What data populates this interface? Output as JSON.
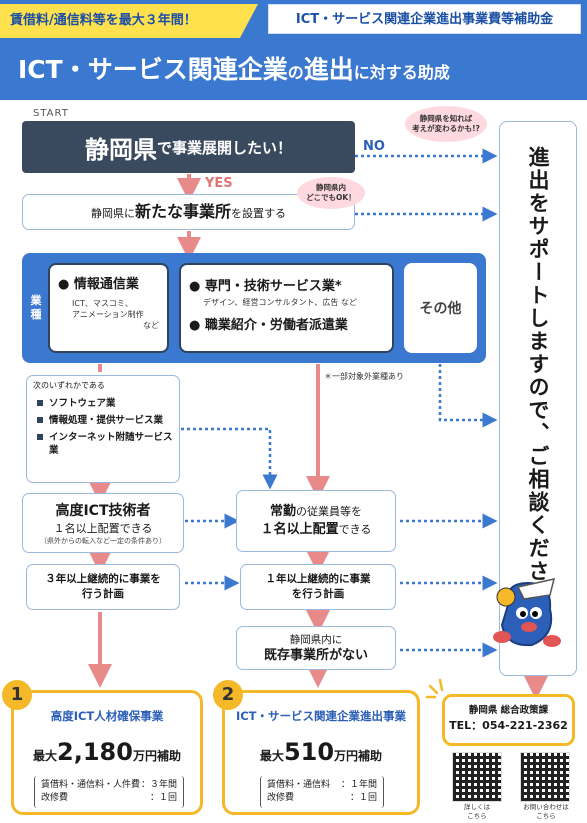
{
  "header": {
    "ribbon": "賃借料/通信料等を最大３年間！",
    "tagline": "ICT・サービス関連企業進出事業費等補助金",
    "title_a": "ICT・サービス関連企業",
    "title_b": "の",
    "title_c": "進出",
    "title_d": "に対する助成"
  },
  "flow": {
    "start": "START",
    "q_big": "静岡県",
    "q_small": "で事業展開したい！",
    "no": "NO",
    "yes": "YES",
    "bubble1_line1": "静岡県を知れば",
    "bubble1_line2": "考えが変わるかも!?",
    "bubble2_line1": "静岡県内",
    "bubble2_line2": "どこでもOK！",
    "step2_a": "静岡県に",
    "step2_b": "新たな事業所",
    "step2_c": "を設置する"
  },
  "industry": {
    "label": "業種",
    "box1_title": "情報通信業",
    "box1_sub1": "ICT、マスコミ、",
    "box1_sub2": "アニメーション制作",
    "box1_sub3": "など",
    "box2_title1": "専門・技術サービス業",
    "box2_star": "*",
    "box2_sub": "デザイン、経営コンサルタント、広告 など",
    "box2_title2": "職業紹介・労働者派遣業",
    "box3": "その他",
    "note": "＊一部対象外業種あり"
  },
  "left_path": {
    "intro": "次のいずれかである",
    "items": [
      "ソフトウェア業",
      "情報処理・提供サービス業",
      "インターネット附随サービス業"
    ],
    "req1_title": "高度ICT技術者",
    "req1_line": "１名以上配置できる",
    "req1_note": "（県外からの転入など一定の条件あり）",
    "plan": "３年以上継続的に事業を行う計画"
  },
  "right_path": {
    "req_a": "常勤",
    "req_b": "の従業員等を",
    "req_c": "１名以上配置",
    "req_d": "できる",
    "plan": "１年以上継続的に事業を行う計画",
    "exist_a": "静岡県内に",
    "exist_b": "既存事業所がない"
  },
  "sidebar": {
    "text": "進出をサポートしますので、ご相談ください！"
  },
  "outcome1": {
    "num": "1",
    "title": "高度ICT人材確保事業",
    "max": "最大",
    "amount": "2,180",
    "unit": "万円補助",
    "rows": [
      {
        "label": "賃借料・通信料・人件費",
        "value": "：３年間"
      },
      {
        "label": "改修費",
        "value": "：１回"
      }
    ]
  },
  "outcome2": {
    "num": "2",
    "title": "ICT・サービス関連企業進出事業",
    "max": "最大",
    "amount": "510",
    "unit": "万円補助",
    "rows": [
      {
        "label": "賃借料・通信料",
        "value": "：１年間"
      },
      {
        "label": "改修費",
        "value": "：１回"
      }
    ]
  },
  "contact": {
    "dept": "静岡県 総合政策課",
    "tel": "TEL：054-221-2362",
    "qr1_cap1": "詳しくは",
    "qr1_cap2": "こちら",
    "qr2_cap1": "お問い合わせは",
    "qr2_cap2": "こちら"
  },
  "colors": {
    "blue": "#3b78cf",
    "yellow": "#f4b828",
    "arrow_pink": "#e98a8a",
    "dark_box": "#3a4a5e",
    "dot_blue": "#3b78cf"
  }
}
